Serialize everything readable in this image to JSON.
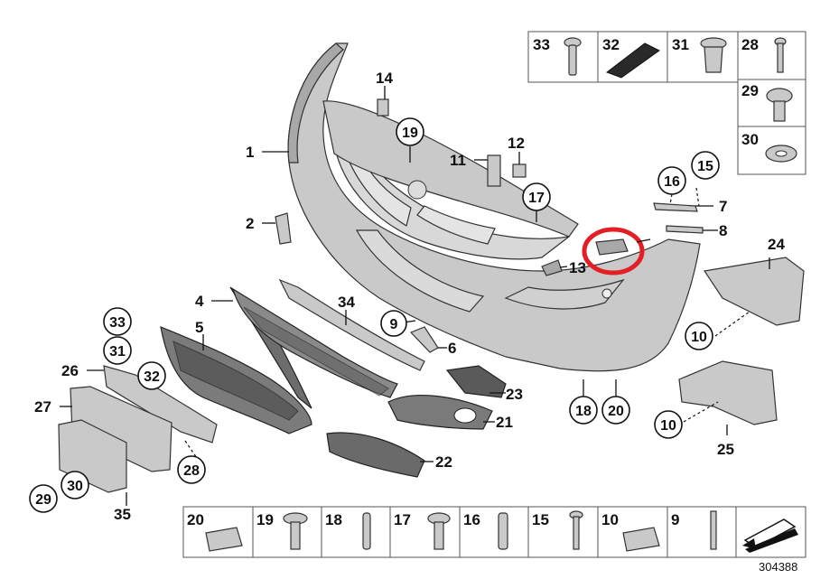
{
  "callouts": {
    "c1": "1",
    "c2": "2",
    "c4": "4",
    "c5": "5",
    "c6": "6",
    "c7": "7",
    "c8": "8",
    "c9": "9",
    "c10a": "10",
    "c10b": "10",
    "c11": "11",
    "c12": "12",
    "c13": "13",
    "c14": "14",
    "c15": "15",
    "c16": "16",
    "c17": "17",
    "c18": "18",
    "c19": "19",
    "c20": "20",
    "c21": "21",
    "c22": "22",
    "c23": "23",
    "c24": "24",
    "c25": "25",
    "c26": "26",
    "c27": "27",
    "c28": "28",
    "c29": "29",
    "c30": "30",
    "c31": "31",
    "c32": "32",
    "c33": "33",
    "c34": "34",
    "c35": "35"
  },
  "top_table": {
    "cells": [
      "33",
      "32",
      "31",
      "28",
      "29",
      "30"
    ]
  },
  "bottom_table": {
    "cells": [
      "20",
      "19",
      "18",
      "17",
      "16",
      "15",
      "10",
      "9"
    ]
  },
  "document_number": "304388",
  "highlight_color": "#e31e24"
}
